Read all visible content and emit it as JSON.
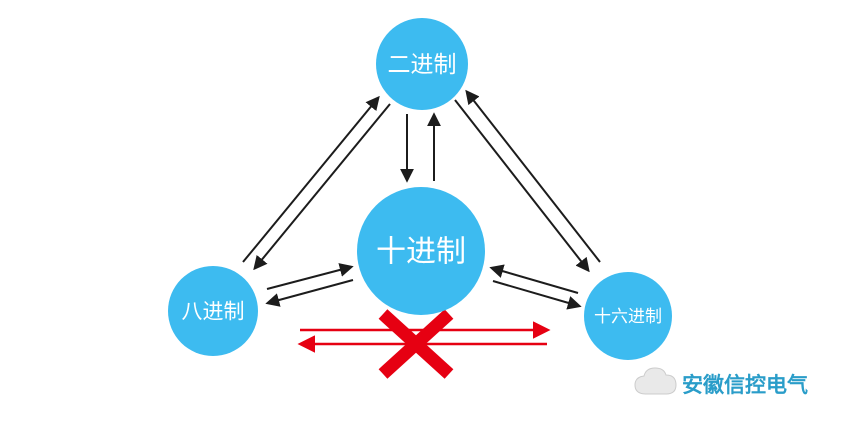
{
  "diagram": {
    "title": "number-base-conversion",
    "nodes": {
      "binary": {
        "label": "二进制"
      },
      "decimal": {
        "label": "十进制"
      },
      "octal": {
        "label": "八进制"
      },
      "hex": {
        "label": "十六进制"
      }
    },
    "watermark": {
      "text": "安徽信控电气"
    },
    "colors": {
      "node_fill": "#3dbbf0",
      "arrow": "#1c1c1c",
      "forbidden": "#e60012",
      "watermark_text": "#2a9dc9",
      "cloud_fill": "#e9e9e9",
      "cloud_stroke": "#cccccc"
    }
  }
}
